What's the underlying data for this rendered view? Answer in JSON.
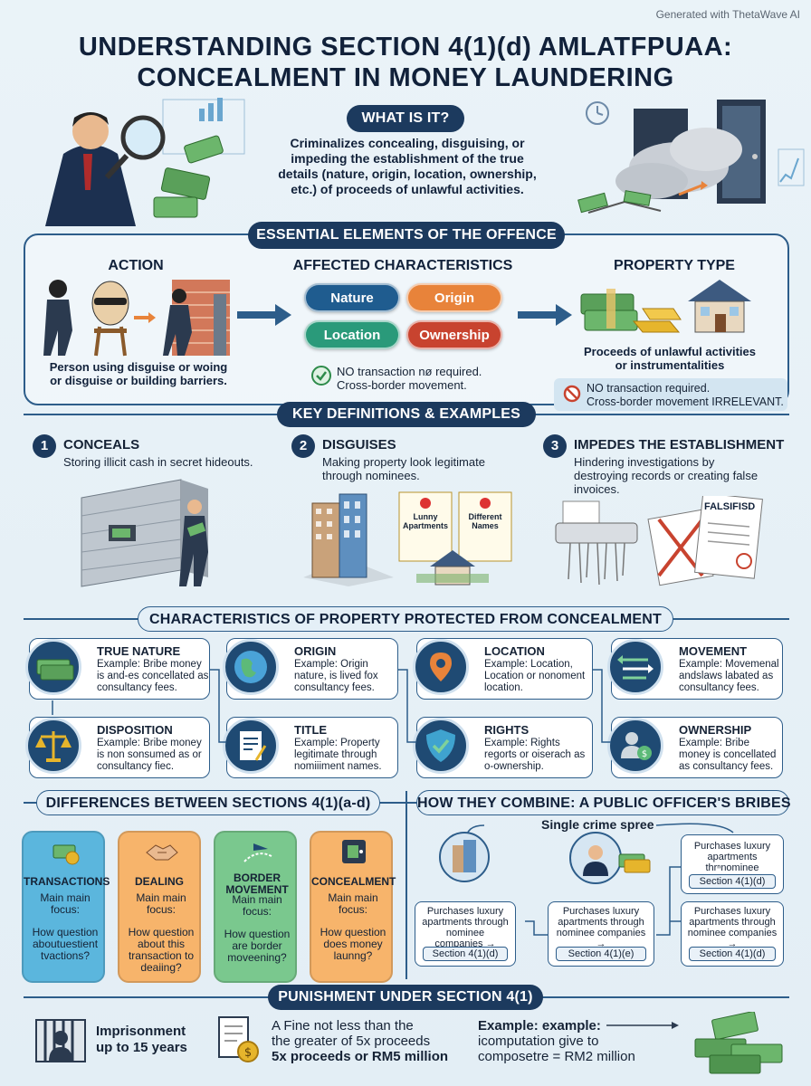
{
  "watermark": "Generated with ThetaWave AI",
  "title": {
    "line1": "UNDERSTANDING SECTION 4(1)(d) AMLATFPUAA:",
    "line2": "CONCEALMENT IN MONEY LAUNDERING"
  },
  "what_is_it": {
    "heading": "WHAT IS IT?",
    "text": "Criminalizes concealing, disguising, or impeding the establishment of the true details (nature, origin, location, ownership, etc.) of proceeds of unlawful activities."
  },
  "elements": {
    "heading": "ESSENTIAL ELEMENTS OF THE OFFENCE",
    "action": {
      "title": "ACTION",
      "text": "Person using disguise or woing or disguise or building barriers."
    },
    "characteristics": {
      "title": "AFFECTED CHARACTERISTICS",
      "chips": [
        "Nature",
        "Origin",
        "Location",
        "Ownership"
      ],
      "note_line1": "NO transaction nø required.",
      "note_line2": "Cross-border movement."
    },
    "property": {
      "title": "PROPERTY TYPE",
      "text": "Proceeds of unlawful activities or instrumentalities",
      "note_line1": "NO transaction required.",
      "note_line2": "Cross-border movement IRRELEVANT."
    }
  },
  "definitions": {
    "heading": "KEY DEFINITIONS & EXAMPLES",
    "items": [
      {
        "num": "1",
        "title": "CONCEALS",
        "text": "Storing illicit cash in secret hideouts."
      },
      {
        "num": "2",
        "title": "DISGUISES",
        "text": "Making property look legitimate through nominees.",
        "doc1_line1": "Lunny",
        "doc1_line2": "Apartments",
        "doc2_line1": "Different",
        "doc2_line2": "Names"
      },
      {
        "num": "3",
        "title": "IMPEDES THE ESTABLISHMENT",
        "text": "Hindering investigations by destroying records or creating false invoices.",
        "stamp": "FALSIFISD"
      }
    ]
  },
  "characteristics_protected": {
    "heading": "CHARACTERISTICS OF PROPERTY PROTECTED FROM CONCEALMENT",
    "items": [
      {
        "title": "TRUE NATURE",
        "text": "Example: Bribe money is and-es concellated as consultancy fees."
      },
      {
        "title": "ORIGIN",
        "text": "Example: Origin nature, is lived fox consultancy fees."
      },
      {
        "title": "LOCATION",
        "text": "Example: Location, Location or nonoment location."
      },
      {
        "title": "MOVEMENT",
        "text": "Example: Movemenal andslaws labated as consultancy fees."
      },
      {
        "title": "DISPOSITION",
        "text": "Example: Bribe money is non sonsumed as or consultancy fiec."
      },
      {
        "title": "TITLE",
        "text": "Example: Property legitimate through nomiiiment names."
      },
      {
        "title": "RIGHTS",
        "text": "Example: Rights regorts or oiserach as o-ownership."
      },
      {
        "title": "OWNERSHIP",
        "text": "Example: Bribe money is concellated as consultancy fees."
      }
    ]
  },
  "differences": {
    "heading": "DIFFERENCES BETWEEN SECTIONS 4(1)(a-d)",
    "items": [
      {
        "title": "TRANSACTIONS",
        "focus": "Main main focus:",
        "question": "How question aboutuestient tvactions?",
        "color": "#3fa3cf"
      },
      {
        "title": "DEALING",
        "focus": "Main main focus:",
        "question": "How question about this transaction to deaiing?",
        "color": "#f3a24d"
      },
      {
        "title": "BORDER MOVEMENT",
        "focus": "Main main focus:",
        "question": "How question are border moveening?",
        "color": "#5dba78"
      },
      {
        "title": "CONCEALMENT",
        "focus": "Main main focus:",
        "question": "How question does money launng?",
        "color": "#f3a24d"
      }
    ]
  },
  "combine": {
    "heading": "HOW THEY COMBINE: A PUBLIC OFFICER'S BRIBES",
    "spree": "Single crime spree",
    "boxes": [
      {
        "text": "Purchases luxury apartments through nominee companies →",
        "section": "Section 4(1)(d)"
      },
      {
        "text": "Purchases luxury apartments through nominee companies →",
        "section": "Section 4(1)(e)"
      },
      {
        "text": "Purchases luxury apartments thrⁿnominee companies",
        "section": "Section 4(1)(d)"
      },
      {
        "text": "Purchases luxury apartments through nominee companies →",
        "section": "Section 4(1)(d)"
      }
    ]
  },
  "punishment": {
    "heading": "PUNISHMENT UNDER SECTION 4(1)",
    "prison_line1": "Imprisonment",
    "prison_line2": "up to 15 years",
    "fine_line1": "A Fine not less than the",
    "fine_line2": "the greater of 5x proceeds",
    "fine_line3": "5x proceeds or RM5 million",
    "example_line1": "Example: example:",
    "example_line2": "icomputation give to",
    "example_line3": "composetre = RM2 million"
  },
  "colors": {
    "navy": "#1c3a5e",
    "nature": "#1f5c8f",
    "origin": "#e8833a",
    "location": "#2a9a7a",
    "ownership": "#c8432f"
  }
}
